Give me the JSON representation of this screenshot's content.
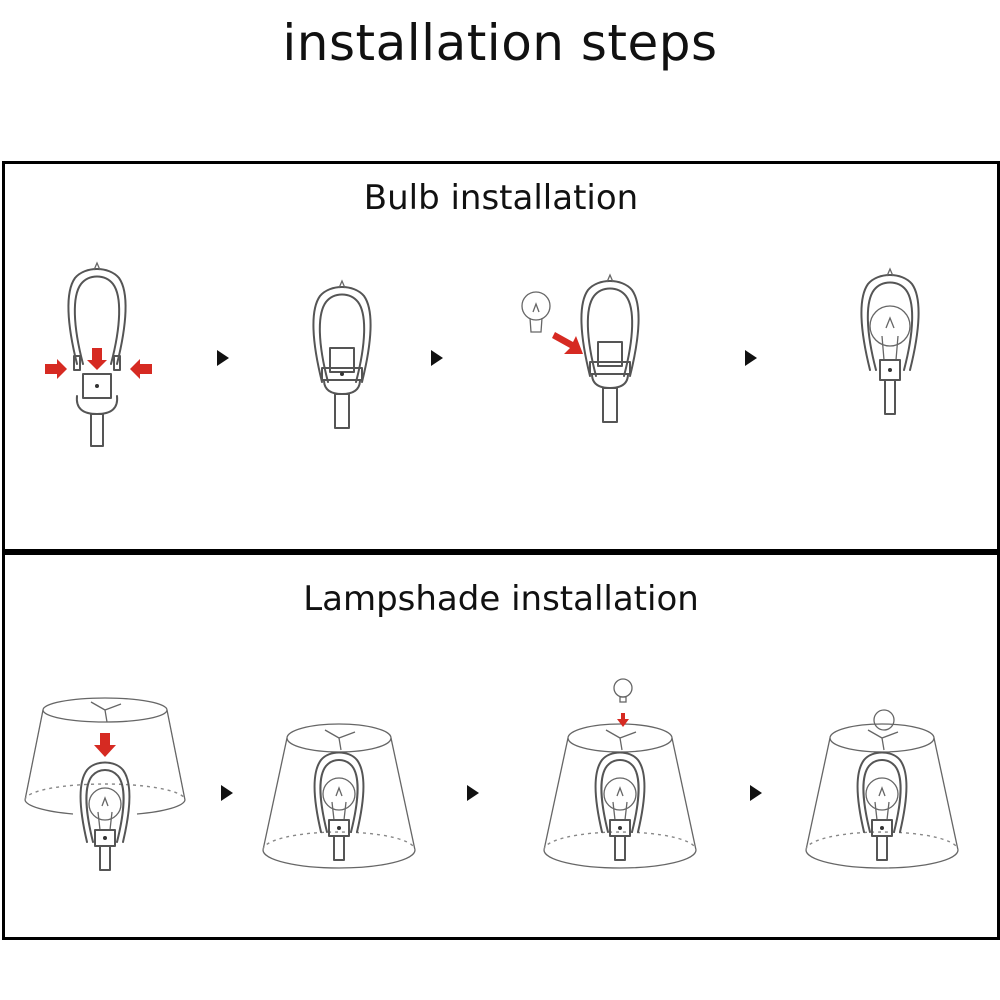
{
  "title": "installation steps",
  "sections": [
    {
      "title": "Bulb installation"
    },
    {
      "title": "Lampshade installation"
    }
  ],
  "colors": {
    "arrow_red": "#d62a22",
    "line": "#555555",
    "step_arrow": "#111111"
  }
}
